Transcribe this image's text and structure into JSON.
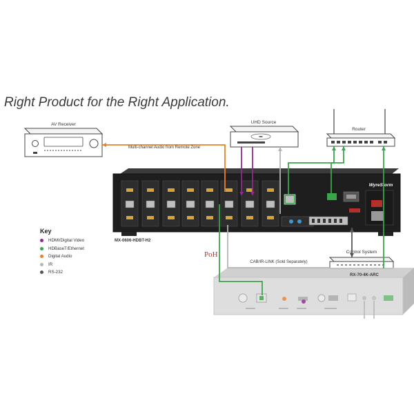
{
  "headline": "Right Product for the Right Application.",
  "devices": {
    "av_receiver": "AV Receiver",
    "uhd_source": "UHD Source",
    "router": "Router",
    "control_system": "Control System",
    "matrix_model": "MX-0606-HDBT-H2",
    "receiver_model": "RX-70-4K-ARC",
    "brand": "WyreStorm"
  },
  "annotations": {
    "audio_return": "Multi-channel Audio from Remote Zone",
    "cab_link": "CAB/IR-LINK (Sold  Separately)",
    "poh": "PoH"
  },
  "key": {
    "title": "Key",
    "items": [
      {
        "label": "HDMI/Digital Video",
        "color": "#8e2a8c"
      },
      {
        "label": "HDBaseT/Ethernet",
        "color": "#3aa64a"
      },
      {
        "label": "Digital Audio",
        "color": "#e8822a"
      },
      {
        "label": "IR",
        "color": "#b5b5b5"
      },
      {
        "label": "RS-232",
        "color": "#555555"
      }
    ]
  },
  "colors": {
    "hdmi": "#8e2a8c",
    "hdbt": "#3aa64a",
    "audio": "#e8822a",
    "ir": "#b5b5b5",
    "rs232": "#555555",
    "poh": "#b5302a"
  }
}
